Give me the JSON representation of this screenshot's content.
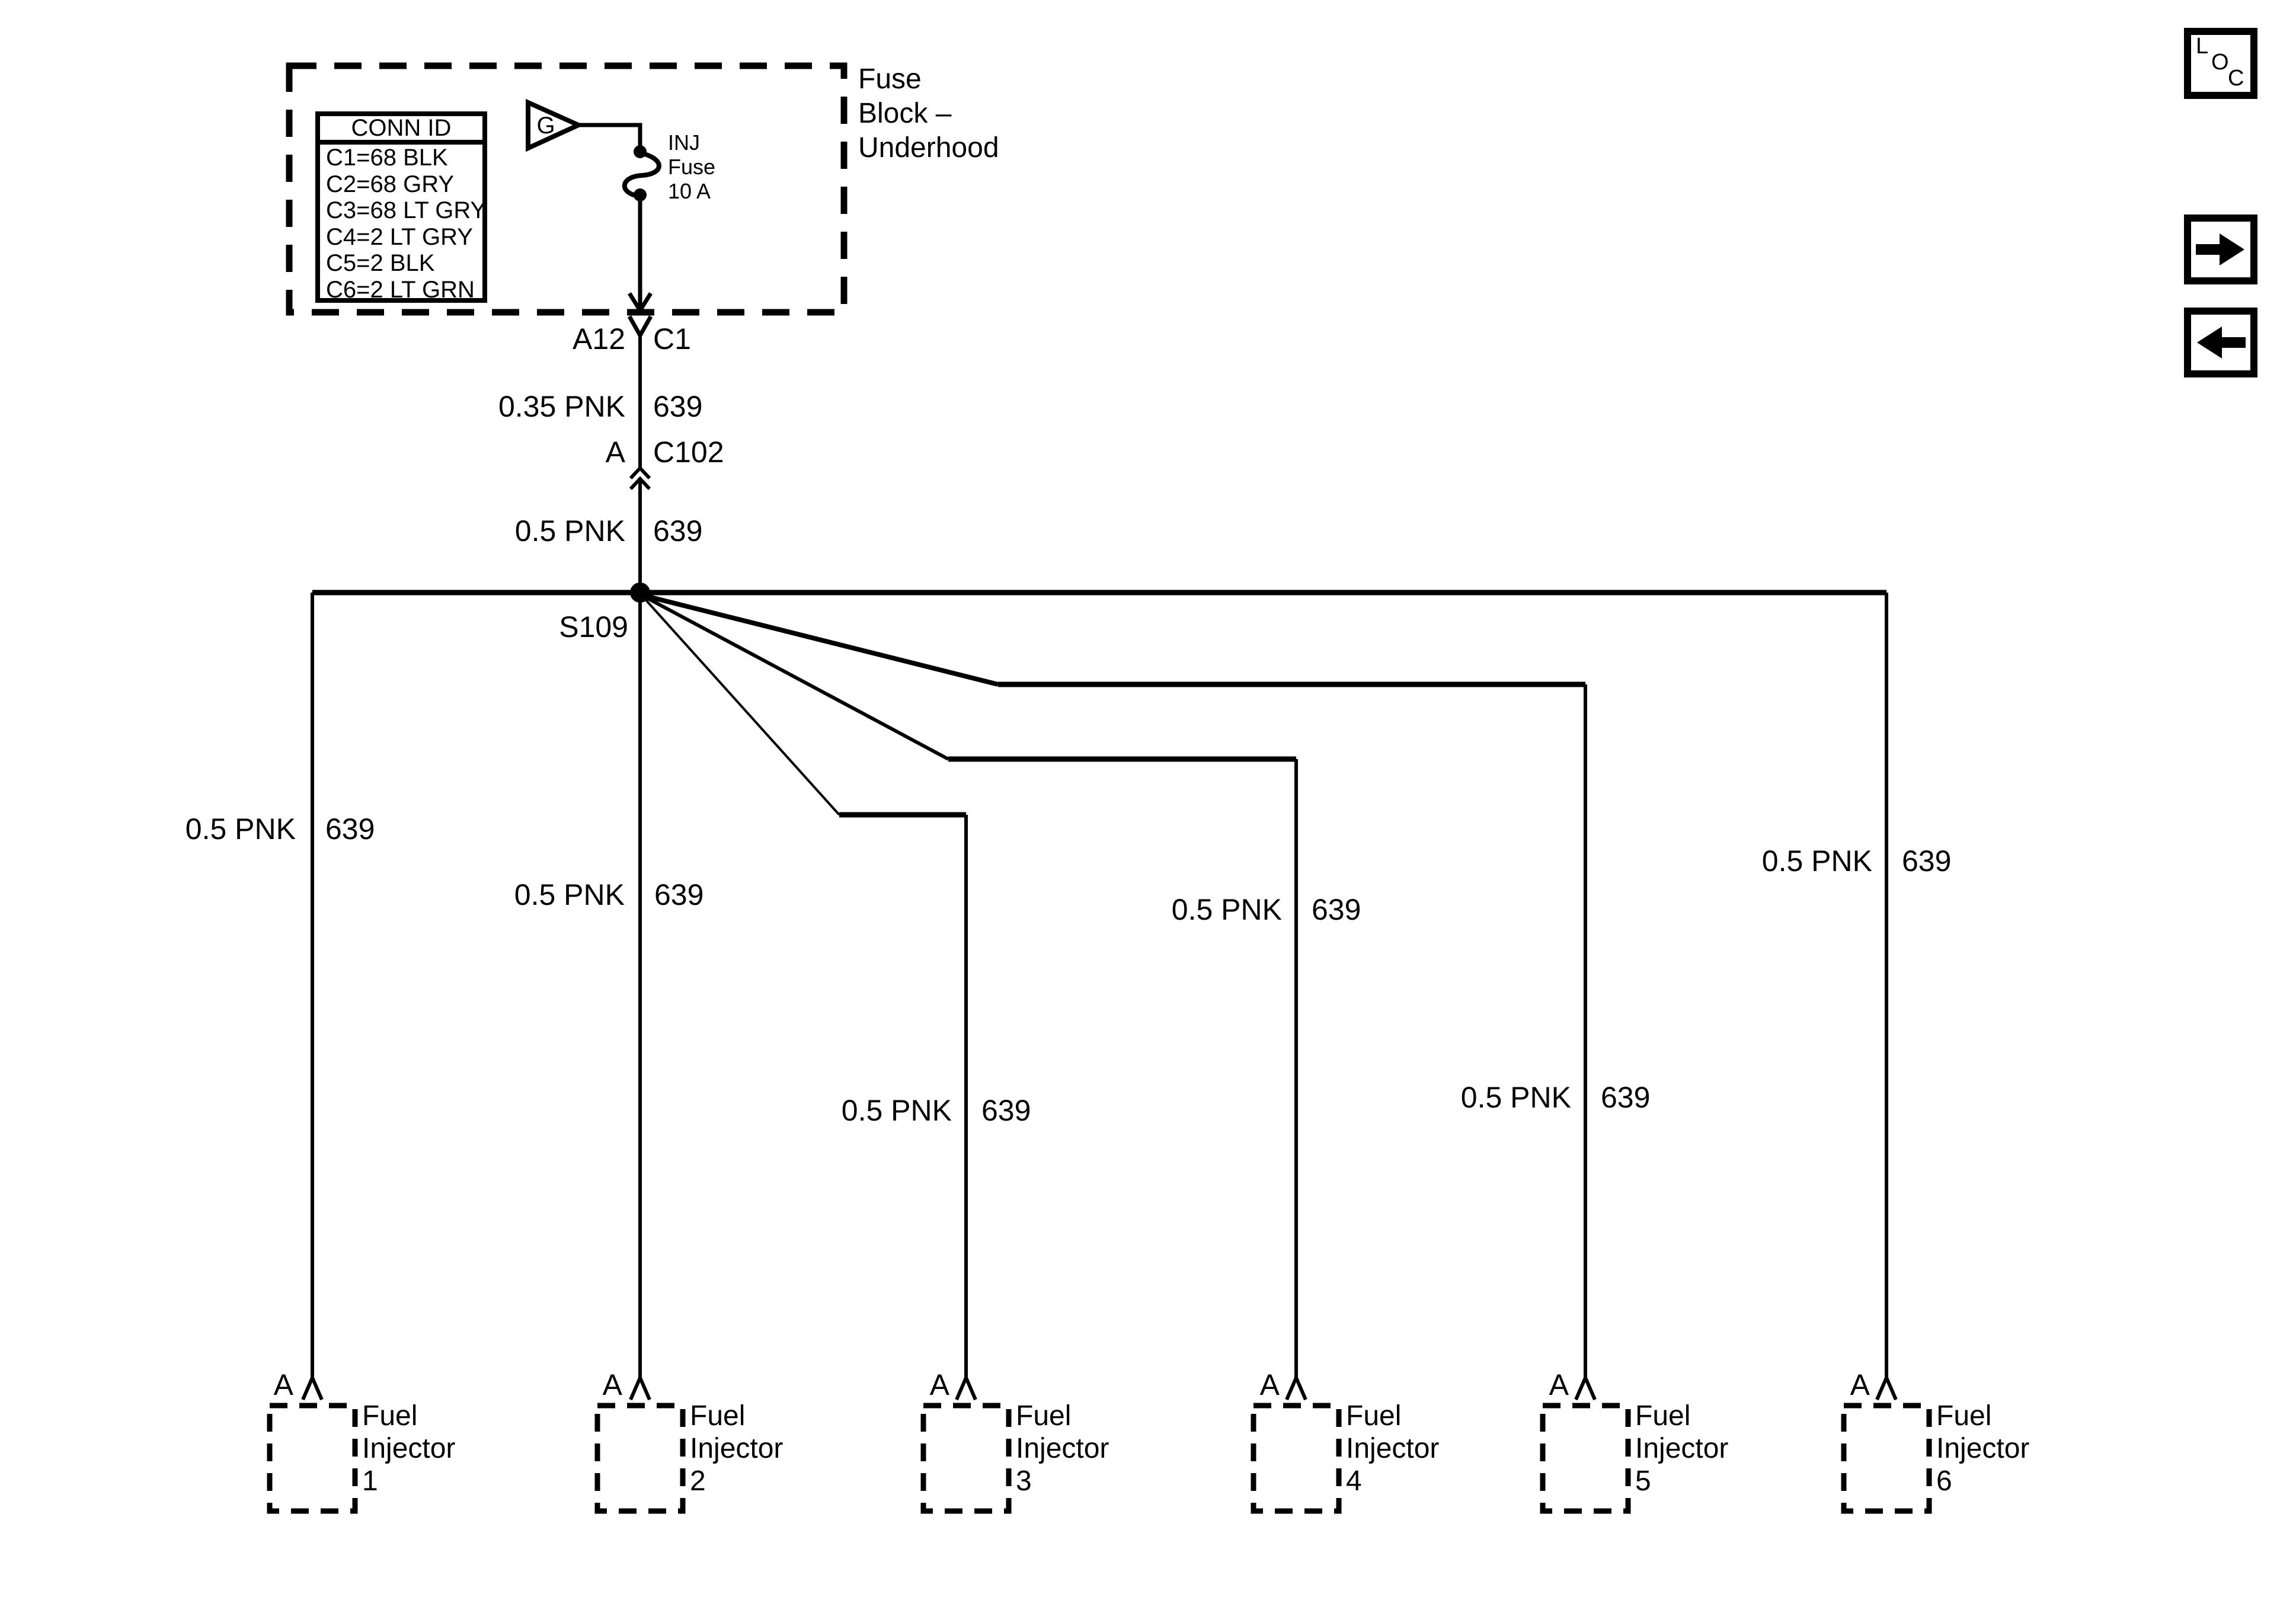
{
  "page": {
    "background": "#ffffff",
    "line_color": "#000000"
  },
  "toolbar": {
    "loc": [
      "L",
      "O",
      "C"
    ],
    "icons": {
      "next": "right-arrow-icon",
      "prev": "left-arrow-icon",
      "loc": "loc-locator-icon"
    }
  },
  "fuse_block": {
    "title": [
      "Fuse",
      "Block –",
      "Underhood"
    ],
    "conn_table": {
      "header": "CONN ID",
      "rows": [
        "C1=68 BLK",
        "C2=68 GRY",
        "C3=68 LT GRY",
        "C4=2 LT GRY",
        "C5=2 BLK",
        "C6=2 LT GRN"
      ]
    },
    "ground_letter": "G",
    "fuse_label": [
      "INJ",
      "Fuse",
      "10 A"
    ]
  },
  "main": {
    "c1_pin": "A12",
    "c1_name": "C1",
    "wire1": "0.35 PNK",
    "wire1_circuit": "639",
    "c102_pin": "A",
    "c102_name": "C102",
    "wire2": "0.5 PNK",
    "wire2_circuit": "639",
    "splice": "S109"
  },
  "branches": [
    {
      "size": "0.5 PNK",
      "circuit": "639",
      "pin": "A",
      "device": [
        "Fuel",
        "Injector",
        "1"
      ]
    },
    {
      "size": "0.5 PNK",
      "circuit": "639",
      "pin": "A",
      "device": [
        "Fuel",
        "Injector",
        "2"
      ]
    },
    {
      "size": "0.5 PNK",
      "circuit": "639",
      "pin": "A",
      "device": [
        "Fuel",
        "Injector",
        "3"
      ]
    },
    {
      "size": "0.5 PNK",
      "circuit": "639",
      "pin": "A",
      "device": [
        "Fuel",
        "Injector",
        "4"
      ]
    },
    {
      "size": "0.5 PNK",
      "circuit": "639",
      "pin": "A",
      "device": [
        "Fuel",
        "Injector",
        "5"
      ]
    },
    {
      "size": "0.5 PNK",
      "circuit": "639",
      "pin": "A",
      "device": [
        "Fuel",
        "Injector",
        "6"
      ]
    }
  ]
}
